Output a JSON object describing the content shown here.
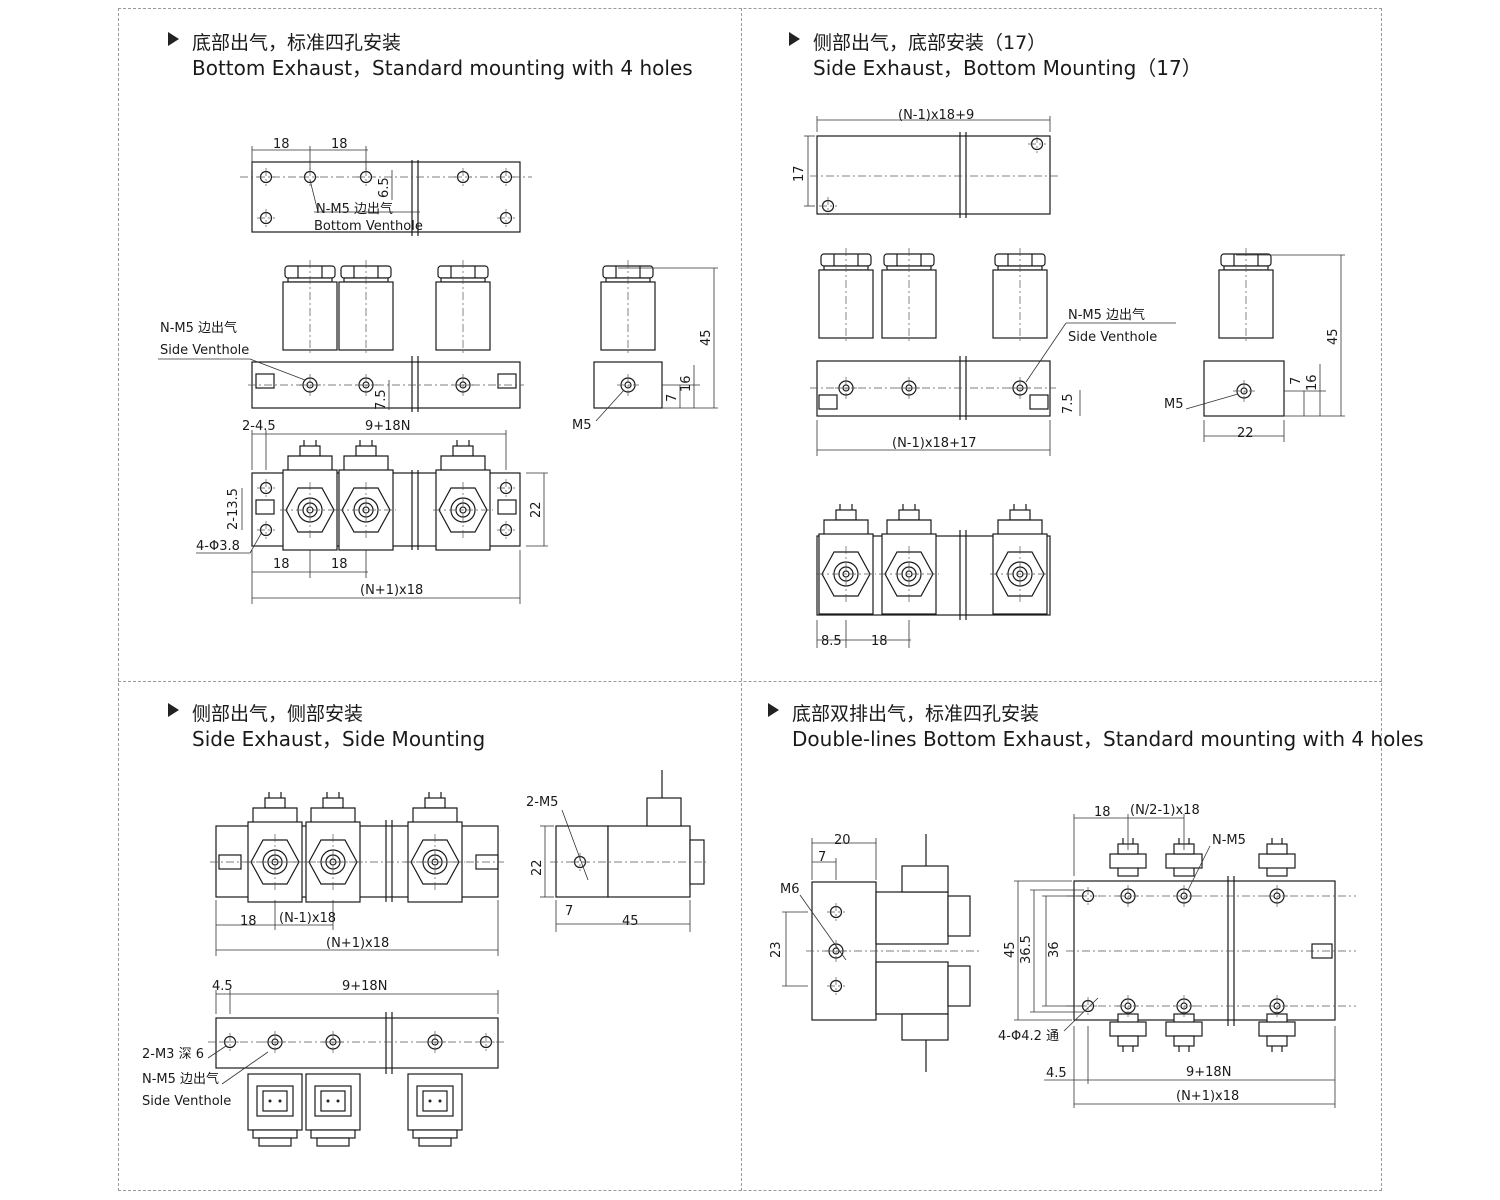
{
  "sections": [
    {
      "zh": "底部出气，标准四孔安装",
      "en": "Bottom Exhaust，Standard mounting with 4 holes",
      "labels": [
        "18",
        "18",
        "6.5",
        "N-M5 边出气",
        "Bottom Venthole",
        "N-M5 边出气",
        "Side Venthole",
        "45",
        "16",
        "7",
        "M5",
        "7.5",
        "2-4.5",
        "9+18N",
        "2-13.5",
        "22",
        "4-Φ3.8",
        "18",
        "18",
        "(N+1)x18"
      ]
    },
    {
      "zh": "侧部出气，底部安装（17）",
      "en": "Side Exhaust，Bottom Mounting（17）",
      "labels": [
        "(N-1)x18+9",
        "17",
        "N-M5 边出气",
        "Side Venthole",
        "45",
        "7",
        "16",
        "M5",
        "22",
        "7.5",
        "(N-1)x18+17",
        "8.5",
        "18"
      ]
    },
    {
      "zh": "侧部出气，侧部安装",
      "en": "Side Exhaust，Side Mounting",
      "labels": [
        "2-M5",
        "22",
        "7",
        "45",
        "18",
        "(N-1)x18",
        "(N+1)x18",
        "4.5",
        "9+18N",
        "2-M3 深 6",
        "N-M5 边出气",
        "Side Venthole"
      ]
    },
    {
      "zh": "底部双排出气，标准四孔安装",
      "en": "Double-lines Bottom Exhaust，Standard mounting with 4 holes",
      "labels": [
        "20",
        "7",
        "M6",
        "23",
        "18",
        "(N/2-1)x18",
        "N-M5",
        "45",
        "36.5",
        "36",
        "4-Φ4.2 通",
        "4.5",
        "9+18N",
        "(N+1)x18"
      ]
    }
  ]
}
